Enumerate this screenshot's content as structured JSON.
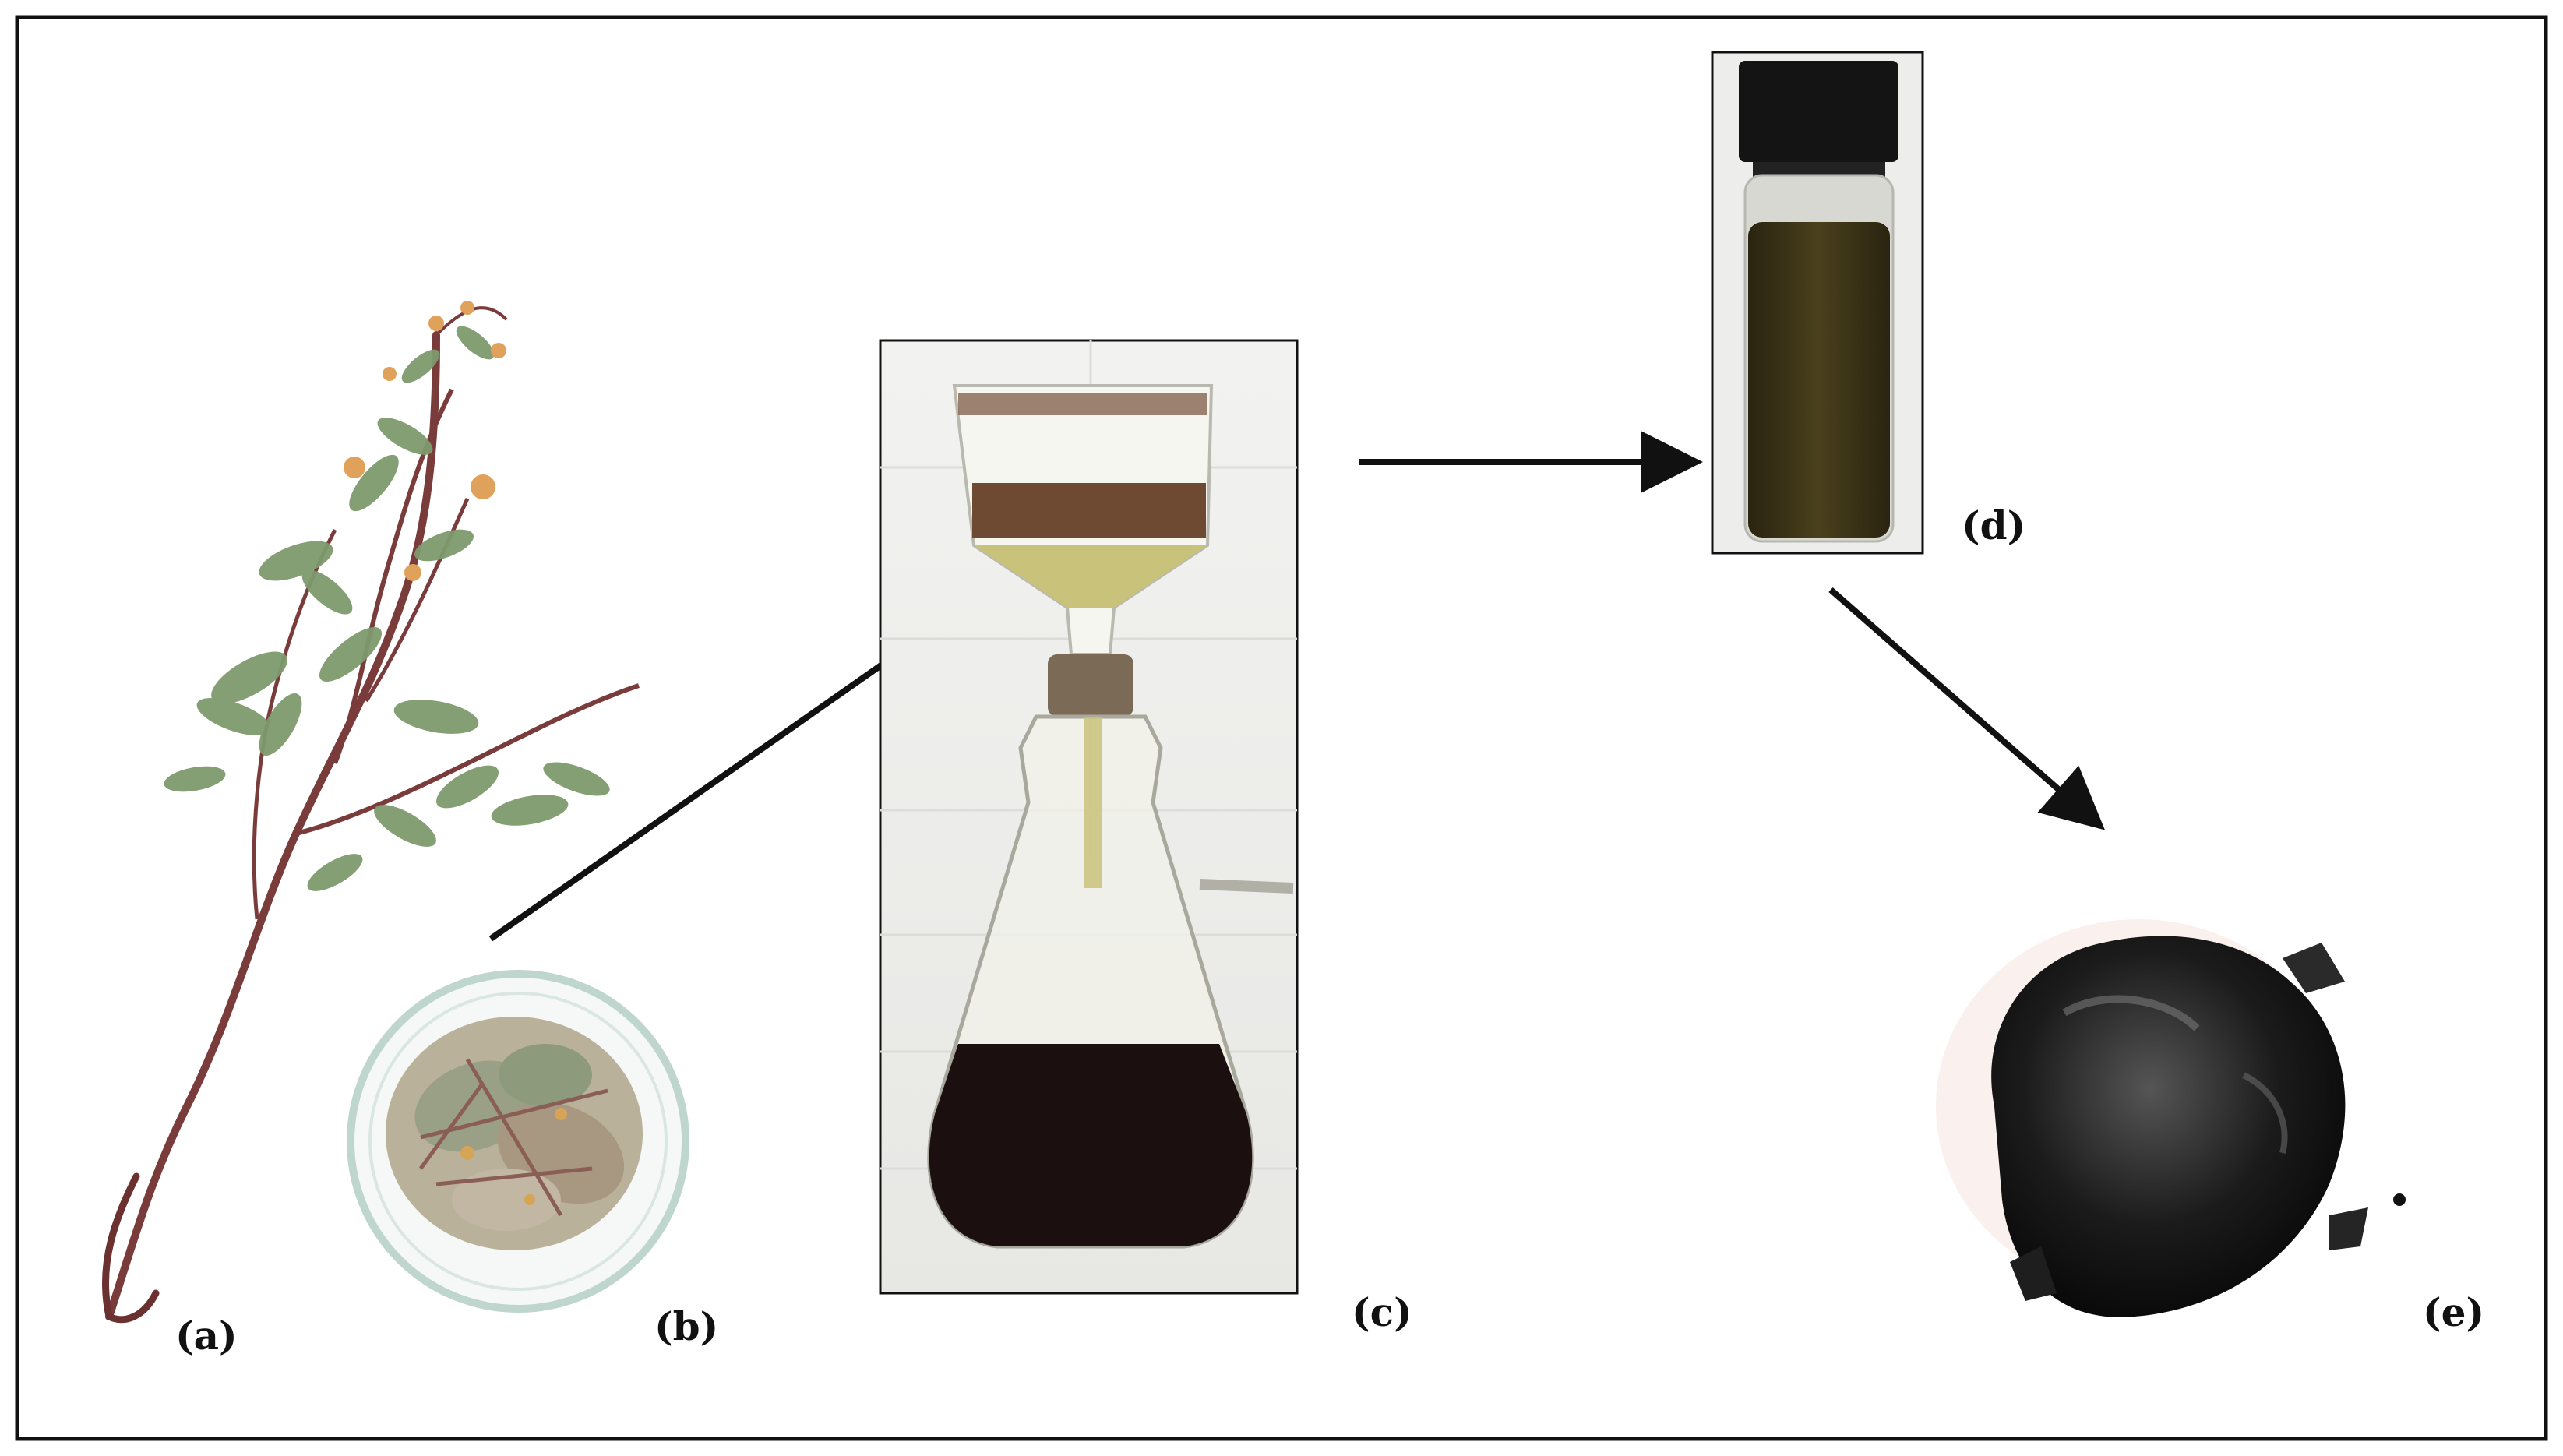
{
  "figure": {
    "panels": [
      {
        "id": "a",
        "label": "(a)",
        "icon": "dried-plant-stem-illustration"
      },
      {
        "id": "b",
        "label": "(b)",
        "icon": "petri-dish-with-dried-herb"
      },
      {
        "id": "c",
        "label": "(c)",
        "icon": "buchner-funnel-filtration-flask"
      },
      {
        "id": "d",
        "label": "(d)",
        "icon": "vial-with-extract"
      },
      {
        "id": "e",
        "label": "(e)",
        "icon": "dark-resinous-extract-lump"
      }
    ],
    "colors": {
      "frame": "#111111",
      "arrow": "#111111",
      "stem": "#7a3b3b",
      "leaf": "#7f9a6e",
      "flower": "#e0a25a",
      "dark_liquid": "#1c0f10",
      "extract_liquid": "#3e3516",
      "yellow_filtrate": "#c9c27a",
      "residue": "#1a1a1a"
    }
  }
}
